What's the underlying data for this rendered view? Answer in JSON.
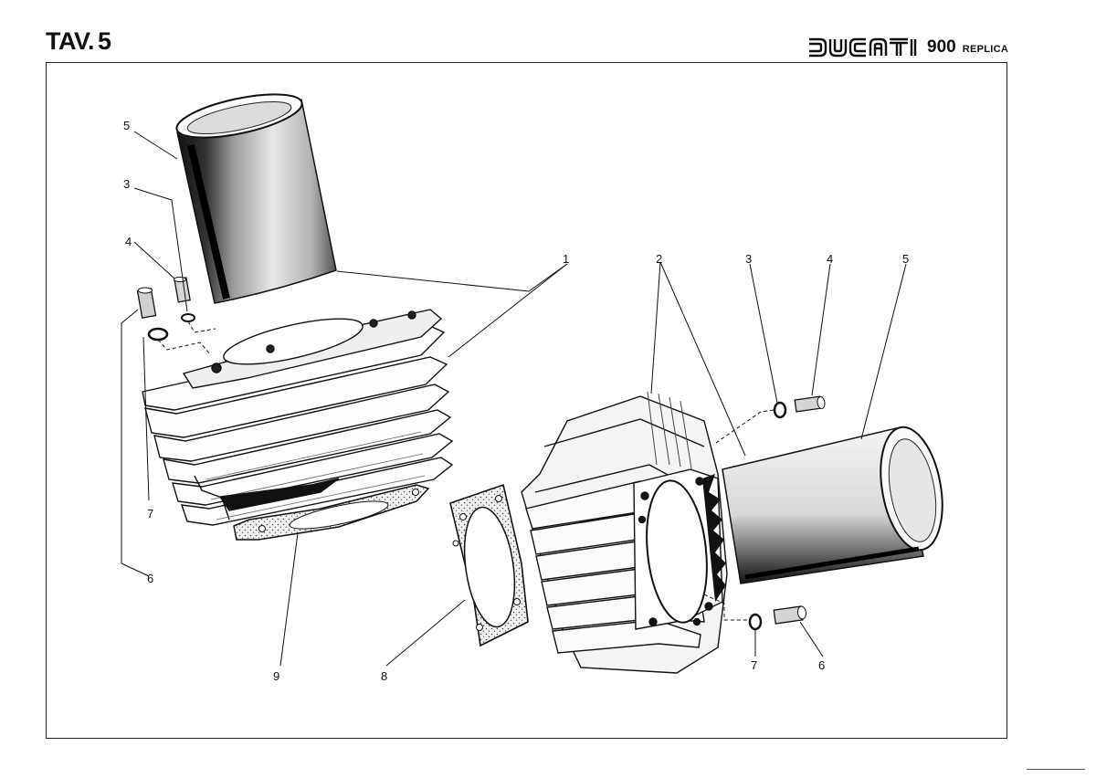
{
  "header": {
    "plate_label": "TAV.",
    "plate_number": "5",
    "brand_logo_text": "DUCATI",
    "brand_model": "900",
    "brand_variant": "REPLICA"
  },
  "diagram": {
    "icons": {
      "front_cylinder": "finned-cylinder-icon",
      "rear_cylinder": "finned-cylinder-icon",
      "liner": "cylinder-liner-icon",
      "gasket": "gasket-icon",
      "dowel": "dowel-pin-icon",
      "oring": "o-ring-icon"
    },
    "callouts": [
      "5",
      "3",
      "4",
      "7",
      "6",
      "1",
      "9",
      "8",
      "2",
      "3",
      "4",
      "5",
      "7",
      "6"
    ]
  }
}
